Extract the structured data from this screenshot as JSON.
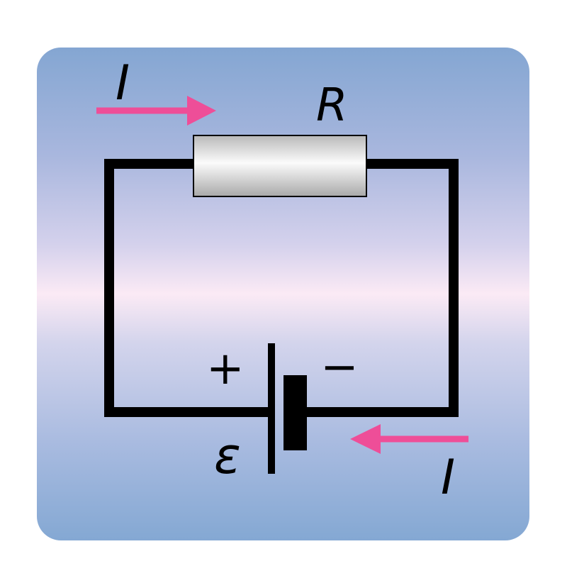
{
  "diagram": {
    "current_label_top": "I",
    "current_label_bottom": "I",
    "resistor_label": "R",
    "emf_label": "ε",
    "plus_sign": "+",
    "minus_sign": "−"
  },
  "colors": {
    "wire": "#000000",
    "arrow": "#ee4e98",
    "resistor_body": "#d9d9d9"
  }
}
